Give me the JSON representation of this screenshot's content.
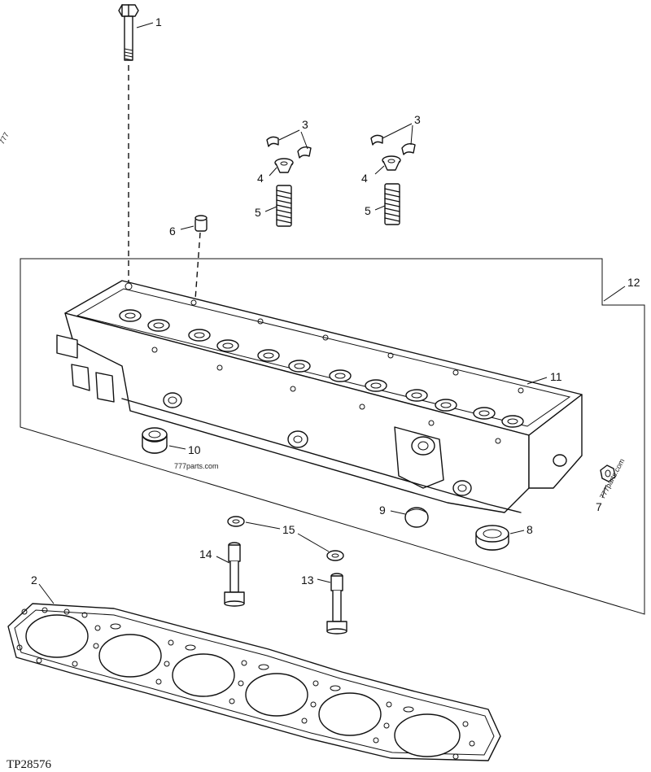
{
  "figure_id": "TP28576",
  "watermarks": {
    "center": "777parts.com",
    "right": "777parts.com",
    "left_edge": "777"
  },
  "callouts": {
    "c1": "1",
    "c2": "2",
    "c3a": "3",
    "c3b": "3",
    "c4a": "4",
    "c4b": "4",
    "c5a": "5",
    "c5b": "5",
    "c6": "6",
    "c7": "7",
    "c8": "8",
    "c9": "9",
    "c10": "10",
    "c11": "11",
    "c12": "12",
    "c13": "13",
    "c14": "14",
    "c15": "15"
  }
}
